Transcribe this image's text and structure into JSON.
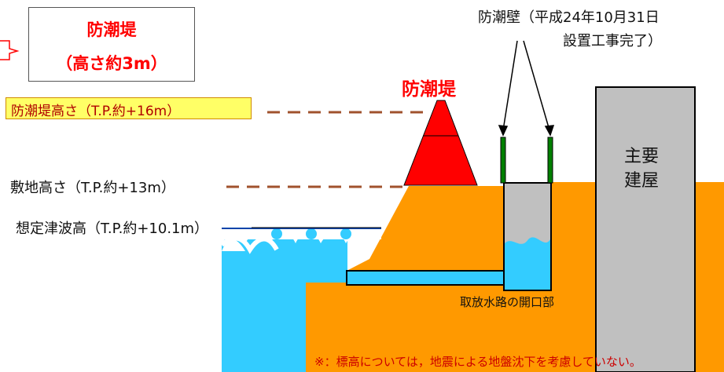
{
  "callout": {
    "line1": "防潮堤",
    "line2": "（高さ約3m）"
  },
  "labels": {
    "seawall_title": "防潮堤",
    "seawall_height": "防潮堤高さ（T.P.約+16m）",
    "site_height": "敷地高さ（T.P.約+13m）",
    "tsunami_height": "想定津波高（T.P.約+10.1m）",
    "wall_line1": "防潮壁（平成24年10月31日",
    "wall_line2": "設置工事完了）",
    "building_line1": "主要",
    "building_line2": "建屋",
    "channel": "取放水路の開口部",
    "footnote": "※：標高については，地震による地盤沈下を考慮していない。"
  },
  "colors": {
    "ground": "#ff9900",
    "water": "#33ccff",
    "seawall": "#ff0000",
    "building": "#c0c0c0",
    "guide_line": "#a0522d",
    "wall_green": "#008000",
    "highlight_red": "#ff0000",
    "legend_fill": "#ffff66"
  }
}
